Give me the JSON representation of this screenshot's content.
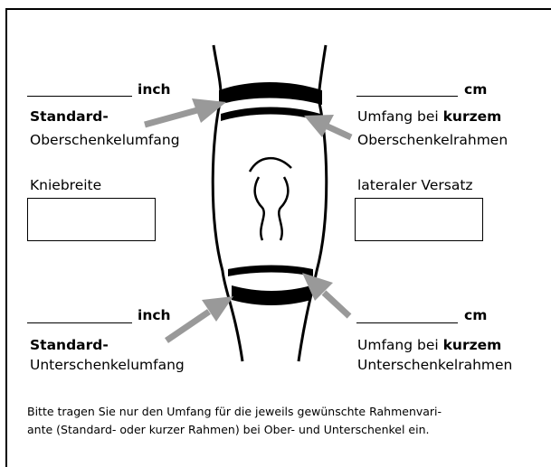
{
  "top_left": {
    "unit": "inch",
    "label_bold": "Standard-",
    "label": "Oberschenkelumfang"
  },
  "top_right": {
    "unit": "cm",
    "label_prefix": "Umfang bei ",
    "label_bold": "kurzem",
    "label": "Oberschenkelrahmen"
  },
  "mid_left": {
    "label": "Kniebreite"
  },
  "mid_right": {
    "label": "lateraler Versatz"
  },
  "bottom_left": {
    "unit": "inch",
    "label_bold": "Standard-",
    "label": "Unterschenkelumfang"
  },
  "bottom_right": {
    "unit": "cm",
    "label_prefix": "Umfang bei ",
    "label_bold": "kurzem",
    "label": "Unterschenkelrahmen"
  },
  "note": {
    "line1": "Bitte tragen Sie nur den Umfang für die jeweils gewünschte Rahmenvari-",
    "line2": "ante (Standard- oder kurzer Rahmen) bei Ober- und Unterschenkel ein."
  },
  "colors": {
    "arrow": "#999999",
    "ink": "#000000"
  }
}
